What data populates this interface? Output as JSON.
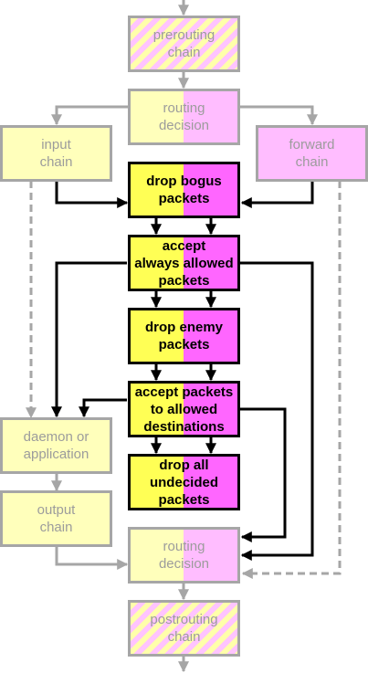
{
  "colors": {
    "pale_yellow": "#ffffbb",
    "pale_pink": "#ffbdff",
    "strong_yellow": "#ffff55",
    "strong_magenta": "#ff66ff",
    "gray_border": "#a6a6a6",
    "gray_text": "#9c9c9c",
    "black": "#000000"
  },
  "nodes": {
    "prerouting": "prerouting\nchain",
    "routing_top": "routing\ndecision",
    "input": "input\nchain",
    "forward": "forward\nchain",
    "drop_bogus": "drop bogus\npackets",
    "accept_always": "accept\nalways allowed\npackets",
    "drop_enemy": "drop enemy\npackets",
    "accept_destinations": "accept packets\nto allowed\ndestinations",
    "daemon": "daemon or\napplication",
    "drop_undecided": "drop all\nundecided\npackets",
    "output": "output\nchain",
    "routing_bottom": "routing\ndecision",
    "postrouting": "postrouting\nchain"
  }
}
